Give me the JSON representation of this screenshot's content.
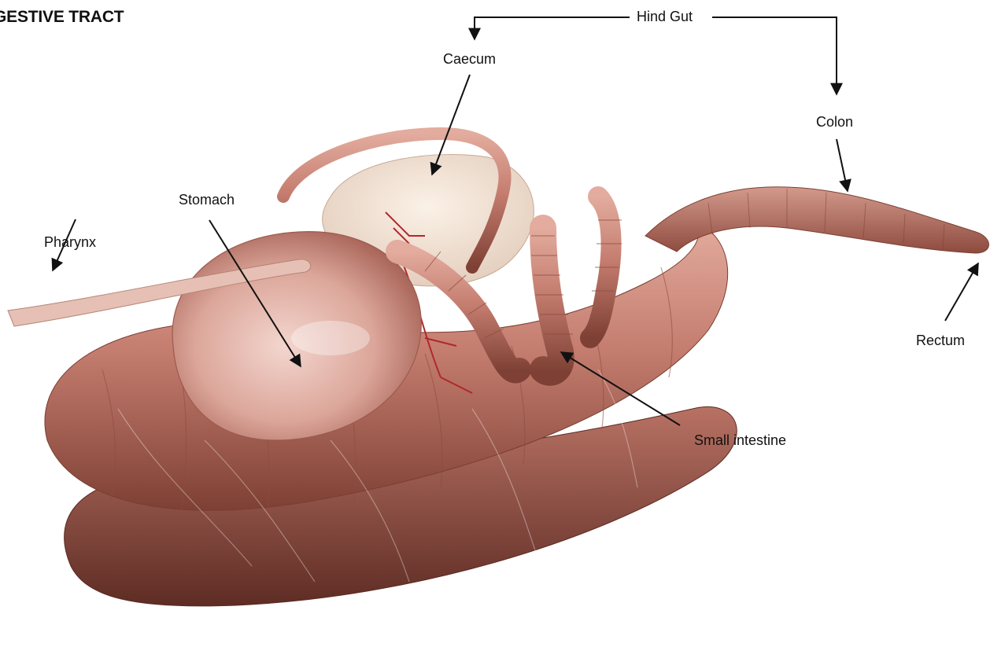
{
  "title": "GESTIVE TRACT",
  "labels": {
    "hind_gut": "Hind Gut",
    "caecum": "Caecum",
    "colon": "Colon",
    "stomach": "Stomach",
    "pharynx": "Pharynx",
    "rectum": "Rectum",
    "small_intestine": "Small intestine"
  },
  "colors": {
    "tissue_dark": "#8a4a3c",
    "tissue_mid": "#c7857a",
    "tissue_light": "#e8b7ab",
    "membrane": "#efe3d6",
    "vessel": "#b0282b",
    "leader_line": "#111111"
  }
}
